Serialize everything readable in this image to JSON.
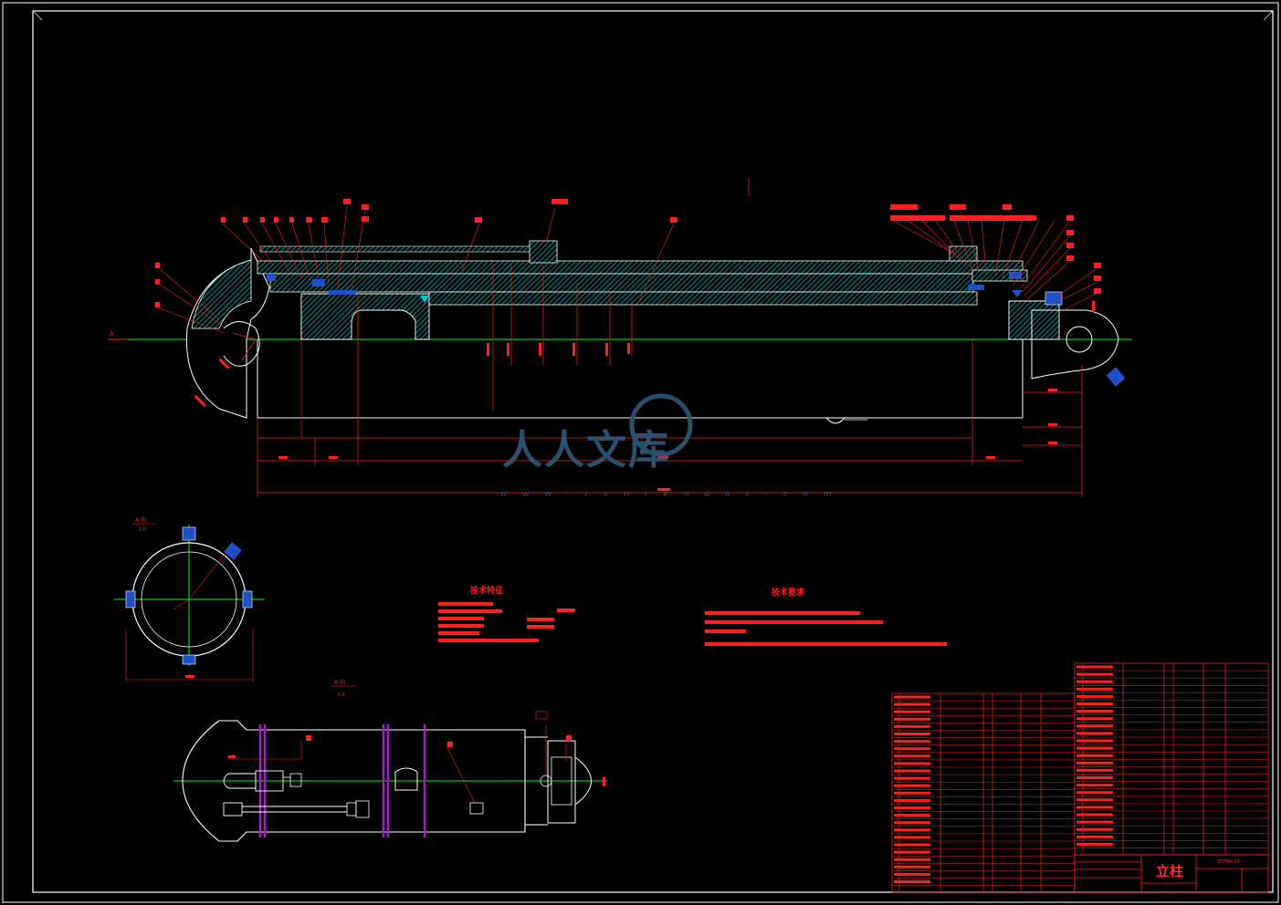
{
  "drawing": {
    "title": "立柱",
    "drawing_no": "ZY700.03",
    "scale_label": "1:6",
    "view_a_title": "A 向",
    "view_b_title": "B 向",
    "section_arrow": "A"
  },
  "tech_spec": {
    "title": "技术特征"
  },
  "tech_req": {
    "title": "技术要求"
  },
  "colors": {
    "frame": "#ffffff",
    "geometry": "#ffffff",
    "hatch": "#00c8c8",
    "centerline": "#00ff00",
    "dimension": "#ff2020",
    "bolt": "#a020c0",
    "seal": "#1e50c8",
    "watermark": "#2e5a7a"
  },
  "watermark": {
    "brand": "人人文库",
    "url": "w w w . r e n r e n d o c . c o m"
  },
  "balloons": [
    "1",
    "2",
    "3",
    "4",
    "5",
    "6",
    "7",
    "8",
    "9",
    "10",
    "11",
    "12",
    "13",
    "14",
    "15",
    "16",
    "17",
    "18",
    "19",
    "20",
    "21",
    "22",
    "23",
    "24",
    "25",
    "26",
    "27",
    "28",
    "29",
    "30",
    "31",
    "32",
    "33",
    "34",
    "35",
    "36",
    "37",
    "38",
    "39",
    "40",
    "41",
    "42",
    "43",
    "44",
    "45",
    "46"
  ]
}
